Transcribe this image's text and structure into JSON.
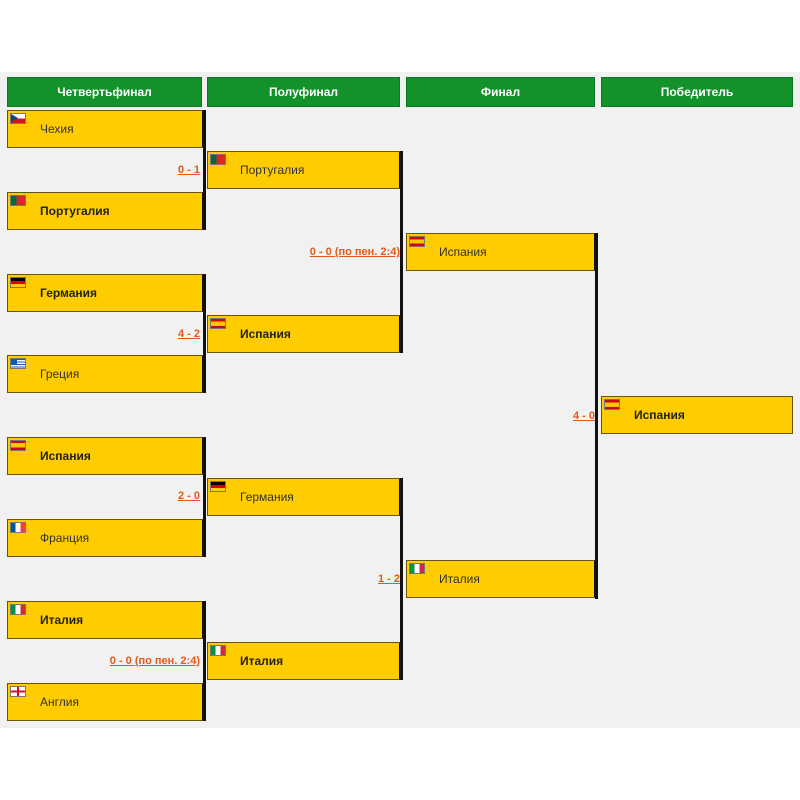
{
  "headers": [
    "Четвертьфинал",
    "Полуфинал",
    "Финал",
    "Победитель"
  ],
  "quarterfinals": [
    {
      "team": "Чехия",
      "flag": "cz",
      "win": false
    },
    {
      "team": "Португалия",
      "flag": "pt",
      "win": true
    },
    {
      "team": "Германия",
      "flag": "de",
      "win": true
    },
    {
      "team": "Греция",
      "flag": "gr",
      "win": false
    },
    {
      "team": "Испания",
      "flag": "es",
      "win": true
    },
    {
      "team": "Франция",
      "flag": "fr",
      "win": false
    },
    {
      "team": "Италия",
      "flag": "it",
      "win": true
    },
    {
      "team": "Англия",
      "flag": "en",
      "win": false
    }
  ],
  "quarterfinal_scores": [
    "0 - 1",
    "4 - 2",
    "2 - 0",
    "0 - 0 (по пен. 2:4)"
  ],
  "semifinals": [
    {
      "team": "Португалия",
      "flag": "pt",
      "win": false
    },
    {
      "team": "Испания",
      "flag": "es",
      "win": true
    },
    {
      "team": "Германия",
      "flag": "de",
      "win": false
    },
    {
      "team": "Италия",
      "flag": "it",
      "win": true
    }
  ],
  "semifinal_scores": [
    "0 - 0 (по пен. 2:4)",
    "1 - 2"
  ],
  "final": [
    {
      "team": "Испания",
      "flag": "es",
      "win": false
    },
    {
      "team": "Италия",
      "flag": "it",
      "win": false
    }
  ],
  "final_scores": [
    "4 - 0"
  ],
  "winner": {
    "team": "Испания",
    "flag": "es",
    "win": true
  },
  "colors": {
    "header_green": "#13912a",
    "team_yellow": "#ffcc00",
    "score_orange": "#e05a1a"
  }
}
